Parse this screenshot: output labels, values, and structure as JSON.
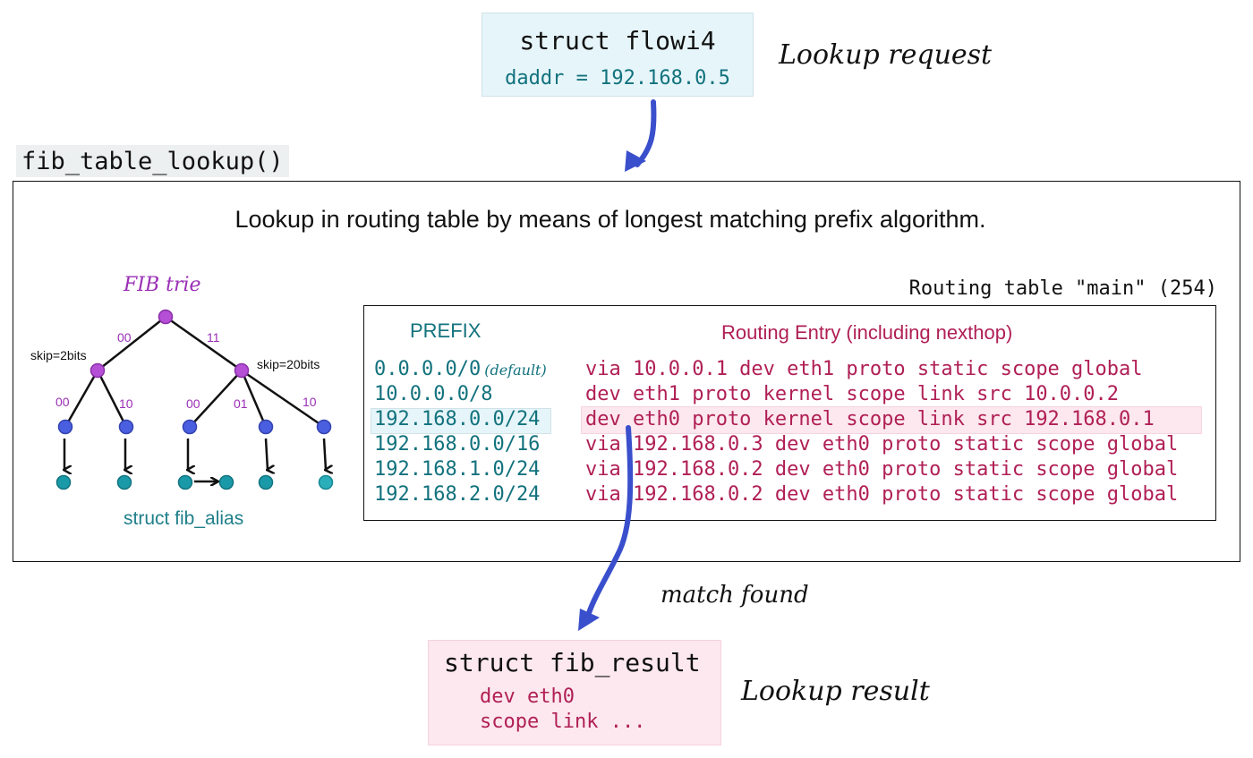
{
  "request": {
    "title": "struct flowi4",
    "field": "daddr = 192.168.0.5",
    "annotation": "Lookup request"
  },
  "function_name": "fib_table_lookup()",
  "description": "Lookup in routing table by means of longest matching prefix algorithm.",
  "trie": {
    "title": "FIB trie",
    "root_edges": [
      "00",
      "11"
    ],
    "left_node_note": "skip=2bits",
    "right_node_note": "skip=20bits",
    "left_children_edges": [
      "00",
      "10"
    ],
    "right_children_edges": [
      "00",
      "01",
      "10"
    ],
    "leaf_label": "struct fib_alias",
    "colors": {
      "internal": "#b44fd6",
      "leaf": "#4a5fe0",
      "alias": "#1a9aa8"
    }
  },
  "routing_table": {
    "title": "Routing table \"main\" (254)",
    "columns": {
      "prefix": "PREFIX",
      "entry": "Routing Entry (including nexthop)"
    },
    "rows": [
      {
        "prefix": "0.0.0.0/0",
        "note": "(default)",
        "entry": "via 10.0.0.1 dev eth1 proto static scope global",
        "highlight": false
      },
      {
        "prefix": "10.0.0.0/8",
        "note": "",
        "entry": "dev eth1 proto kernel scope link src 10.0.0.2",
        "highlight": false
      },
      {
        "prefix": "192.168.0.0/24",
        "note": "",
        "entry": "dev eth0 proto kernel scope link src 192.168.0.1",
        "highlight": true
      },
      {
        "prefix": "192.168.0.0/16",
        "note": "",
        "entry": "via 192.168.0.3 dev eth0 proto static scope global",
        "highlight": false
      },
      {
        "prefix": "192.168.1.0/24",
        "note": "",
        "entry": "via 192.168.0.2 dev eth0 proto static scope global",
        "highlight": false
      },
      {
        "prefix": "192.168.2.0/24",
        "note": "",
        "entry": "via 192.168.0.2 dev eth0 proto static scope global",
        "highlight": false
      }
    ]
  },
  "match_annotation": "match found",
  "result": {
    "title": "struct fib_result",
    "lines": [
      "dev eth0",
      "scope link  ..."
    ],
    "annotation": "Lookup result"
  },
  "colors": {
    "arrow": "#3a4fcc",
    "prefix_text": "#12727d",
    "entry_text": "#b01f55",
    "request_bg": "#e6f5f9",
    "result_bg": "#fce8ee"
  }
}
